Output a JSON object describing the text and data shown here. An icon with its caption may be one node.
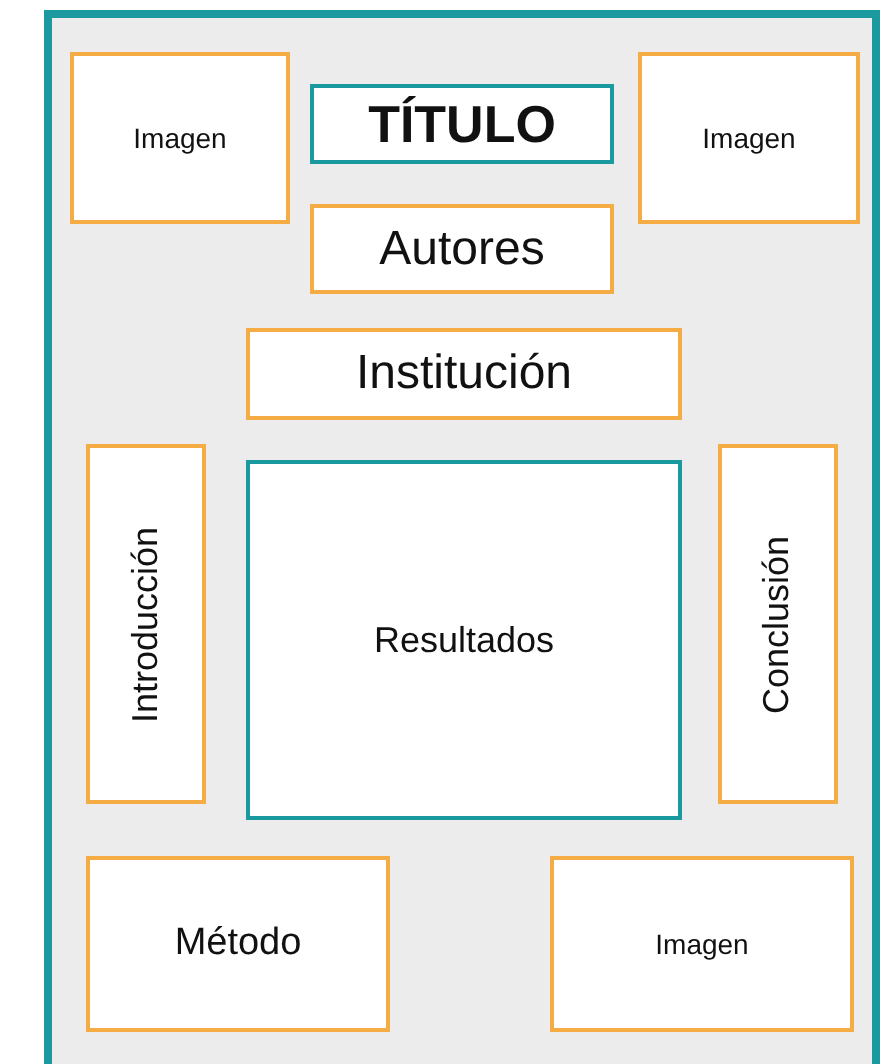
{
  "diagram": {
    "nodes": [
      {
        "text": [],
        "shape": "box"
      },
      {
        "text": [
          "Imagen"
        ],
        "in": 0
      },
      {
        "text": [
          "TÍTULO"
        ],
        "in": 0
      },
      {
        "text": [
          "Imagen"
        ],
        "in": 0
      },
      {
        "text": [
          "Autores"
        ],
        "in": 0
      },
      {
        "text": [
          "Institución"
        ],
        "in": 0
      },
      {
        "text": [
          "Introducción"
        ],
        "in": 0
      },
      {
        "text": [
          "Resultados"
        ],
        "in": 0
      },
      {
        "text": [
          "Conclusión"
        ],
        "in": 0
      },
      {
        "text": [
          "Método"
        ],
        "in": 0
      },
      {
        "text": [
          "Imagen"
        ],
        "in": 0
      }
    ]
  }
}
